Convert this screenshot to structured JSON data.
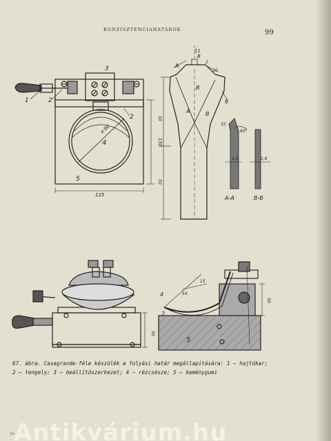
{
  "header": {
    "running_head": "KONZISZTENCIAHATÁROK",
    "page_number": "99"
  },
  "figure_top": {
    "device_labels": [
      "1",
      "2",
      "3",
      "2",
      "4",
      "5"
    ],
    "diameter": "⌀ 90",
    "width_dim": "125",
    "height_dim": "150",
    "groove_labels": {
      "A1": "A",
      "B1": "B",
      "A2": "A",
      "B2": "B",
      "six": "6",
      "top_width": "11",
      "b_small": "B",
      "r2": "2",
      "h50": "50",
      "h_lower": "50",
      "angle_small": "10",
      "thick1": "1,5",
      "thick2": "1,6",
      "r32": "32",
      "angle60": "60°",
      "sect_aa": "A-A",
      "sect_bb": "B-B"
    }
  },
  "figure_bottom": {
    "labels": {
      "n4": "4",
      "n2": "2",
      "n5": "5",
      "r54": "54",
      "angle": "15",
      "h50a": "50",
      "h50b": "50"
    }
  },
  "caption": {
    "line1": "67. ábra. Casagrande-féle készülék a folyási határ megállapítására: 1 — hajtókar;",
    "line2": "2 — tengely; 3 — beállítószerkezet; 4 — rézcsésze; 5 — keménygumi"
  },
  "watermark": "Antikvárium.hu",
  "corner_mark": "7*"
}
